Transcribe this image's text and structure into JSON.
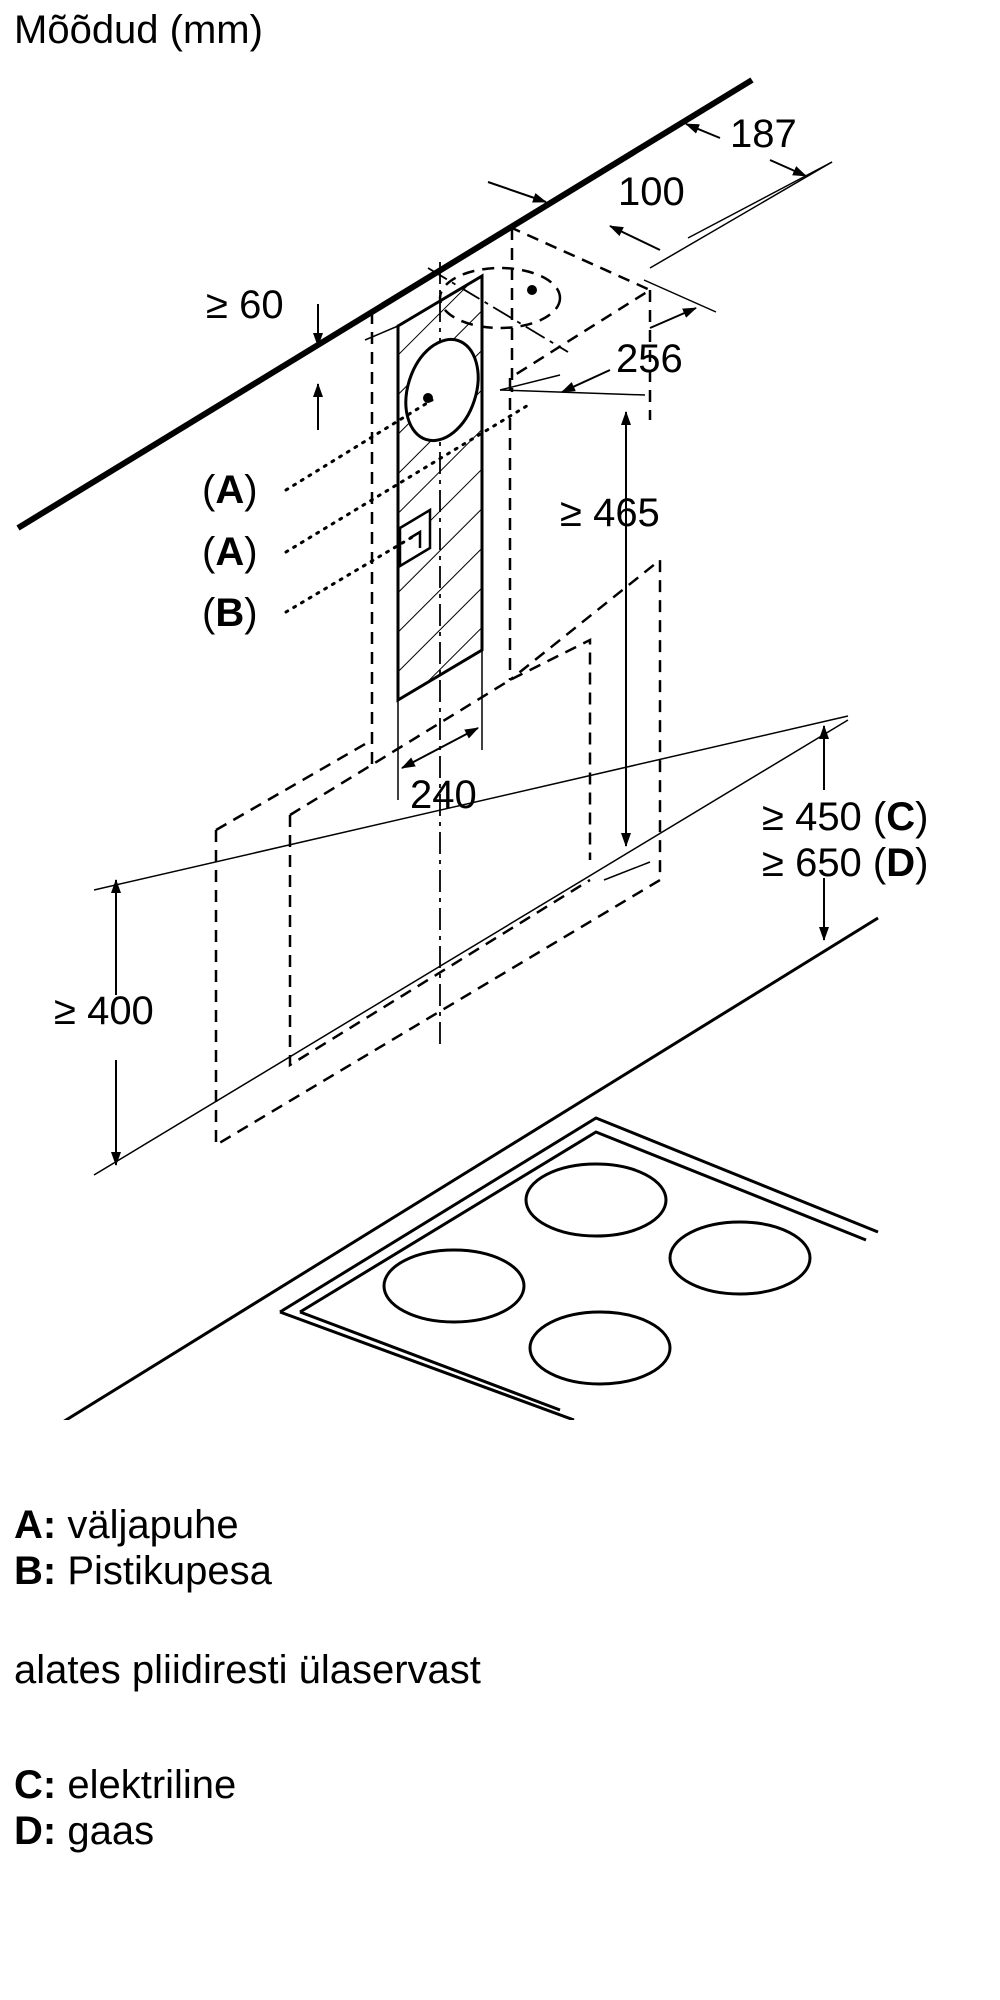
{
  "title": "Mõõdud (mm)",
  "dimensions": {
    "d187": "187",
    "d100": "100",
    "d60": "≥ 60",
    "d256": "256",
    "d465": "≥ 465",
    "d240": "240",
    "d450": "≥ 450 (",
    "d450_key": "C",
    "d650": "≥ 650 (",
    "d650_key": "D",
    "d400": "≥ 400",
    "close_paren": ")"
  },
  "callouts": {
    "a1_open": "(",
    "a1_key": "A",
    "a1_close": ")",
    "a2_open": "(",
    "a2_key": "A",
    "a2_close": ")",
    "b_open": "(",
    "b_key": "B",
    "b_close": ")"
  },
  "legend": {
    "a_key": "A:",
    "a_text": " väljapuhe",
    "b_key": "B:",
    "b_text": " Pistikupesa",
    "note": "alates pliidiresti ülaservast",
    "c_key": "C:",
    "c_text": " elektriline",
    "d_key": "D:",
    "d_text": " gaas"
  }
}
